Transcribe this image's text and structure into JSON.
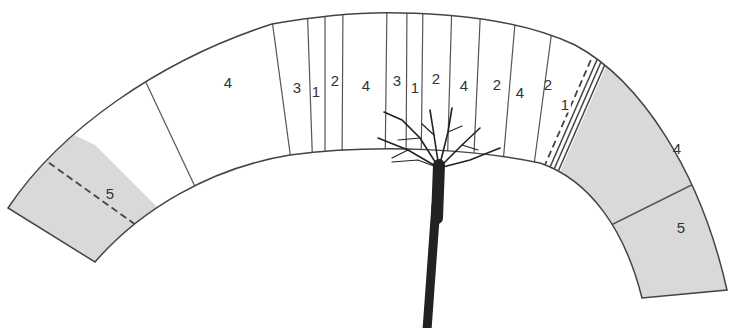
{
  "diagram": {
    "labels": [
      "5",
      "4",
      "3",
      "1",
      "2",
      "4",
      "3",
      "1",
      "2",
      "4",
      "2",
      "4",
      "2",
      "1",
      "4",
      "5"
    ]
  }
}
